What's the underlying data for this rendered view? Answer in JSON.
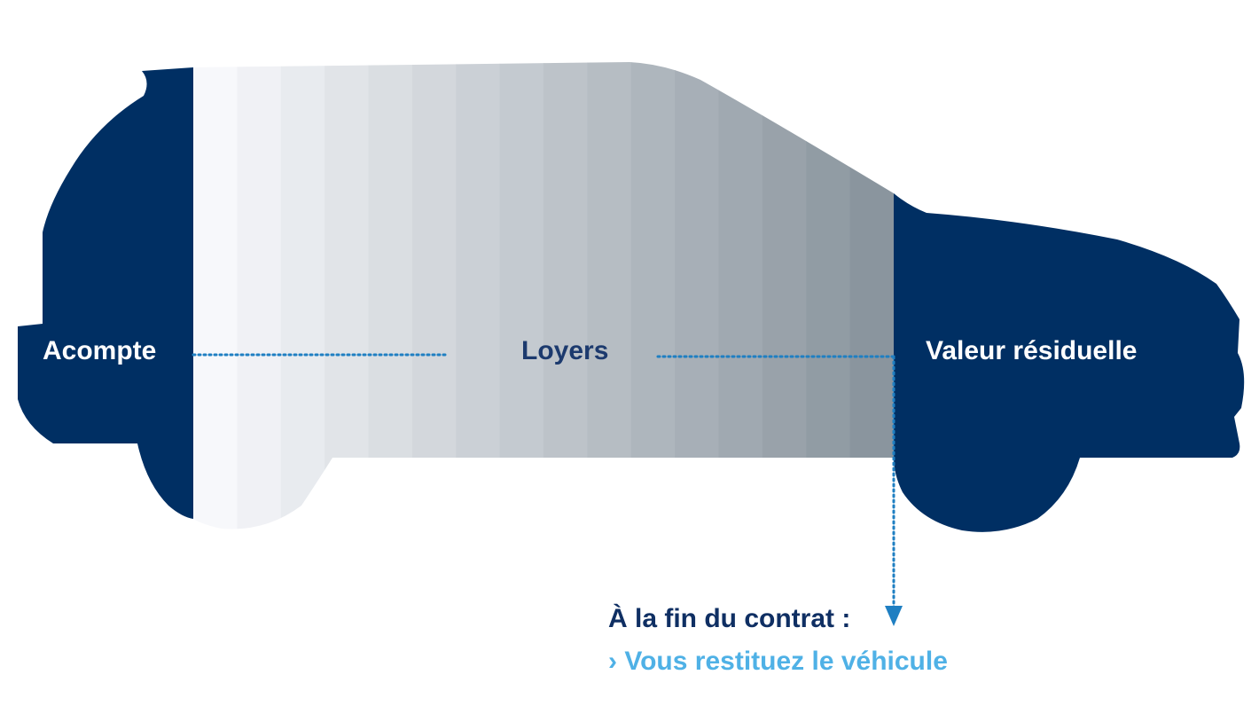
{
  "labels": {
    "acompte": "Acompte",
    "loyers": "Loyers",
    "valeur_residuelle": "Valeur résiduelle"
  },
  "end_of_contract": {
    "title": "À la fin du contrat :",
    "action": "› Vous restituez le véhicule"
  },
  "colors": {
    "navy": "#002f63",
    "arrow_blue": "#1f7fc2",
    "action_text": "#4fb1e6",
    "gradient_start": "#f7f8fb",
    "gradient_end": "#8a959e"
  }
}
